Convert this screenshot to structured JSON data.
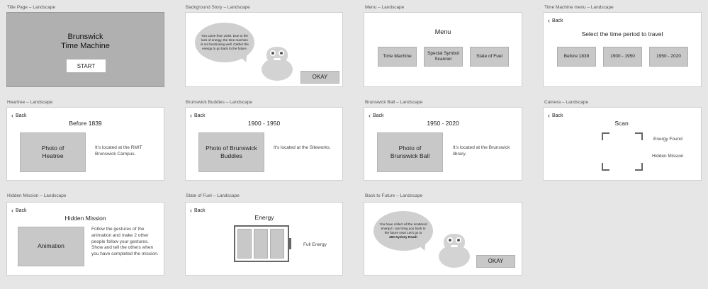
{
  "frames": {
    "title_page": {
      "label": "Title Page – Landscape",
      "title_line1": "Brunswick",
      "title_line2": "Time Machine",
      "start": "START"
    },
    "background_story": {
      "label": "Background Story – Landscape",
      "bubble": "You came from 2049. Due to the lack of energy, the time machine is not functioning well. Gather the energy to go back to the future.",
      "okay": "OKAY"
    },
    "menu": {
      "label": "Menu – Landscape",
      "title": "Menu",
      "buttons": [
        "Time Machine",
        "Special Symbol Scanner",
        "State of Fuel"
      ]
    },
    "time_machine_menu": {
      "label": "Time Machine menu – Landscape",
      "back": "Back",
      "title": "Select the time period to travel",
      "buttons": [
        "Before 1839",
        "1900 - 1950",
        "1950 - 2020"
      ]
    },
    "heartree": {
      "label": "Heartree – Landscape",
      "back": "Back",
      "title": "Before 1839",
      "photo": "Photo of Heatree",
      "text": "It's located at the RMIT Brunswick Campus."
    },
    "brunswick_buddies": {
      "label": "Brunswick Buddies – Landscape",
      "back": "Back",
      "title": "1900 - 1950",
      "photo": "Photo of Brunswick Buddies",
      "text": "It's located at the Siteworks."
    },
    "brunswick_ball": {
      "label": "Brunswick Ball – Landscape",
      "back": "Back",
      "title": "1950 - 2020",
      "photo": "Photo of Brunswick Ball",
      "text": "It's located at the Brunswick library."
    },
    "camera": {
      "label": "Camera – Landscape",
      "back": "Back",
      "title": "Scan",
      "energy_found": "Energy Found",
      "hidden_mission": "Hidden Mission"
    },
    "hidden_mission": {
      "label": "Hidden Mission – Landscape",
      "back": "Back",
      "title": "Hidden Mission",
      "animation": "Animation",
      "text": "Follow the gestures of the animation and make 2 other people follow your gestures. Show and tell the others when you have completed the mission."
    },
    "state_of_fuel": {
      "label": "State of Fuel – Landscape",
      "back": "Back",
      "title": "Energy",
      "status": "Full Energy"
    },
    "back_to_future": {
      "label": "Back to Future – Landscape",
      "bubble_text": "You have collect all the scattered energy! I can bring you back to the future now! Let's go to",
      "bubble_bold": "260-Sydney Road!",
      "okay": "OKAY"
    }
  },
  "colors": {
    "background": "#e6e6e6",
    "placeholder": "#c8c8c8",
    "title_page_fill": "#b0b0b0"
  },
  "icons": {
    "back": "chevron-left-icon",
    "robot": "robot-icon",
    "battery": "battery-icon",
    "scan_frame": "scan-frame-icon"
  }
}
